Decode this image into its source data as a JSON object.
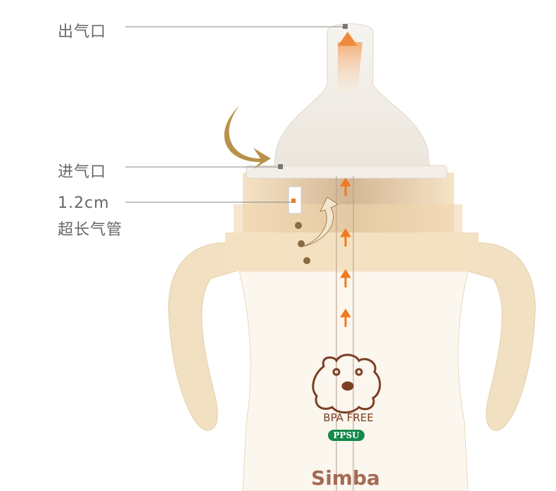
{
  "labels": {
    "outlet": "出气口",
    "inlet": "进气口",
    "tube_length": "1.2cm",
    "tube_desc": "超长气管"
  },
  "bottle": {
    "badge_text": "BPA FREE",
    "material": "PPSU",
    "brand": "Simba"
  },
  "colors": {
    "arrow": "#f07a20",
    "brand_brown": "#7a3e22",
    "ppsu_green": "#13894a",
    "bottle_tan": "#f3e1c2"
  }
}
